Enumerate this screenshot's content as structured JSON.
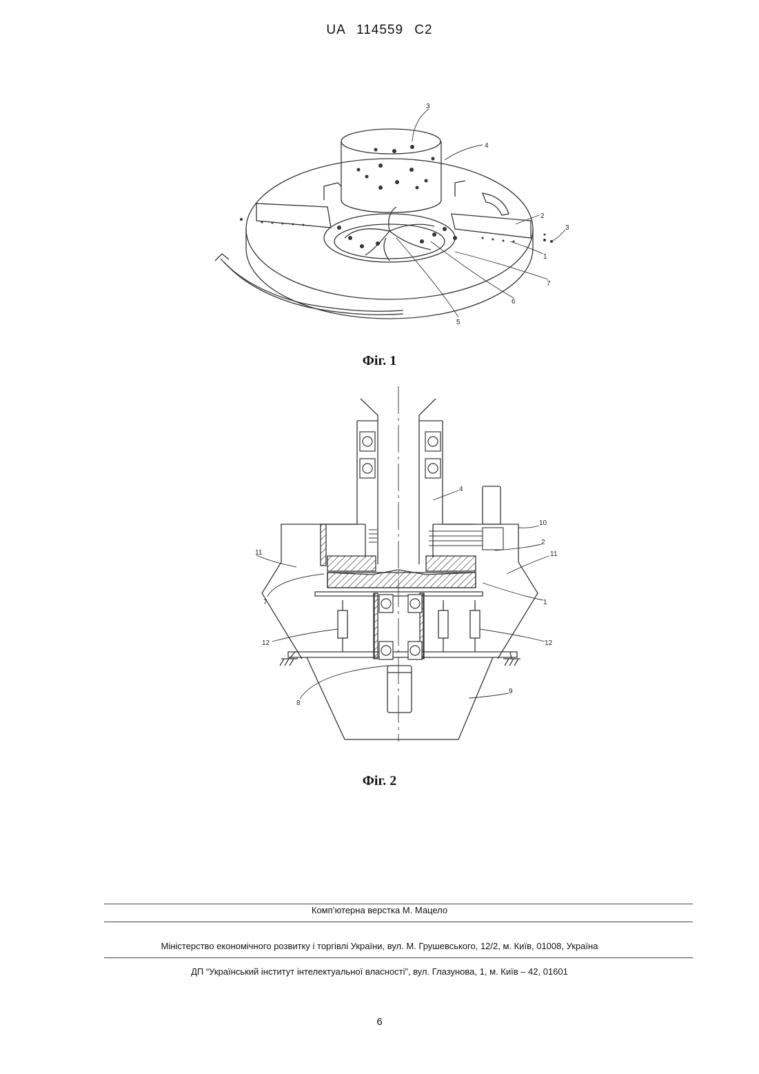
{
  "header": {
    "patent_number": "UA   114559   C2"
  },
  "figure1": {
    "caption": "Фіг. 1",
    "labels": [
      "3",
      "4",
      "2",
      "3",
      "1",
      "7",
      "6",
      "5"
    ]
  },
  "figure2": {
    "caption": "Фіг. 2",
    "labels": [
      "4",
      "10",
      "2",
      "11",
      "11",
      "7",
      "1",
      "12",
      "12",
      "8",
      "9"
    ]
  },
  "footer": {
    "layout_credit": "Комп’ютерна верстка М. Мацело",
    "ministry": "Міністерство економічного розвитку і торгівлі України, вул. М. Грушевського, 12/2, м. Київ, 01008, Україна",
    "institute": "ДП “Український інститут інтелектуальної власності”, вул. Глазунова, 1, м. Київ – 42, 01601"
  },
  "page_number": "6"
}
